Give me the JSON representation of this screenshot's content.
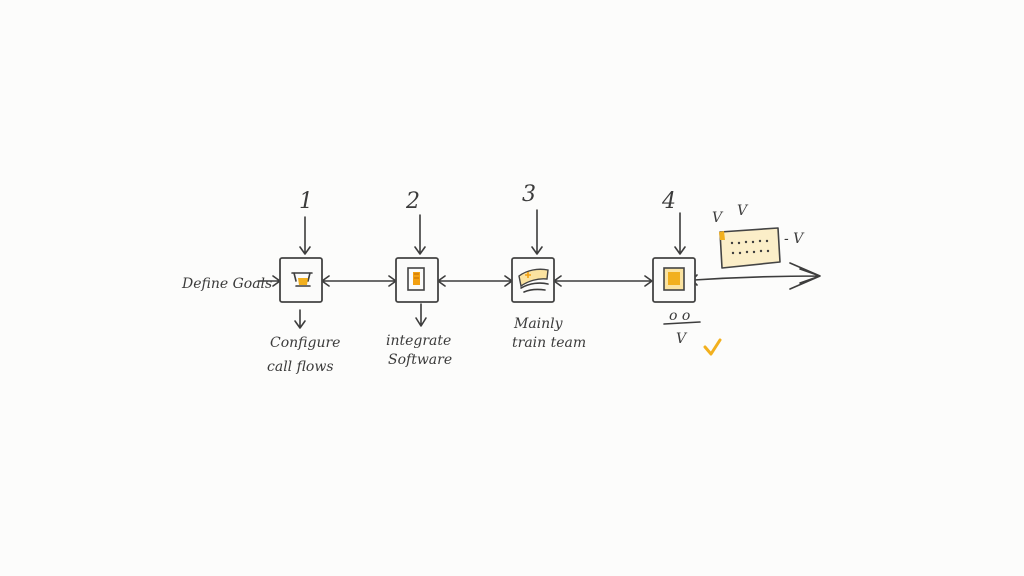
{
  "diagram": {
    "start_label": "Define Goals",
    "steps": [
      {
        "number": "1",
        "label_line1": "Configure",
        "label_line2": "call flows",
        "icon": "phone-config-icon"
      },
      {
        "number": "2",
        "label_line1": "integrate",
        "label_line2": "Software",
        "icon": "software-doc-icon"
      },
      {
        "number": "3",
        "label_line1": "Mainly",
        "label_line2": "train team",
        "icon": "training-icon"
      },
      {
        "number": "4",
        "label_line1": "",
        "label_line2": "",
        "icon": "launch-square-icon"
      }
    ],
    "step4_scribble_top": "o o",
    "step4_scribble_bottom": "V",
    "end_marks": {
      "left_top": "V",
      "mid_top": "V",
      "right": "- V"
    },
    "colors": {
      "ink": "#3d3d3d",
      "accent": "#f2b01e",
      "accent_light": "#fbe3a0",
      "paper": "#fcfcfb"
    }
  }
}
